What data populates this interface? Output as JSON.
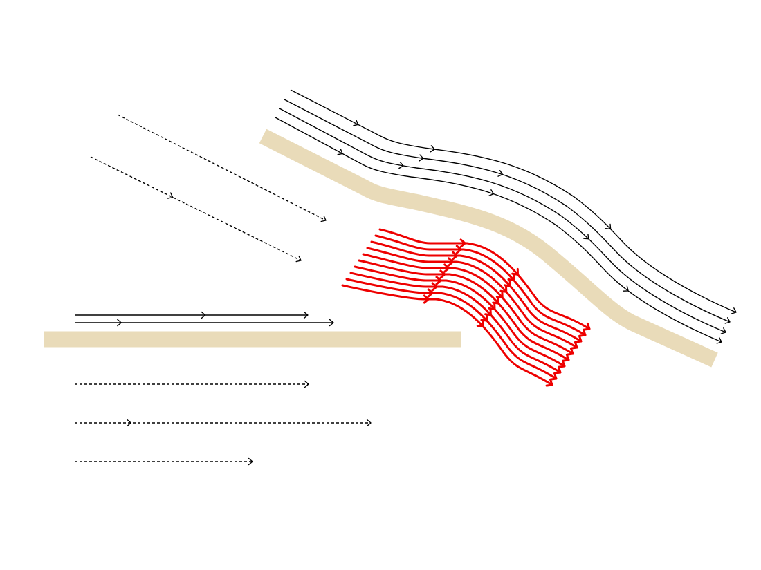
{
  "colors": {
    "background": "#ffffff",
    "wall": "#e9dbb9",
    "solid_streamline": "#000000",
    "dashed_streamline": "#000000",
    "red_streamline": "#ee0000"
  },
  "elements": {
    "walls": [
      "lower-flat-wall",
      "upper-deflected-wall"
    ],
    "flows": [
      "lower-solid-streamlines",
      "lower-dashed-streamlines",
      "upper-dashed-streamlines",
      "upper-solid-streamlines",
      "red-turning-streamlines"
    ]
  }
}
